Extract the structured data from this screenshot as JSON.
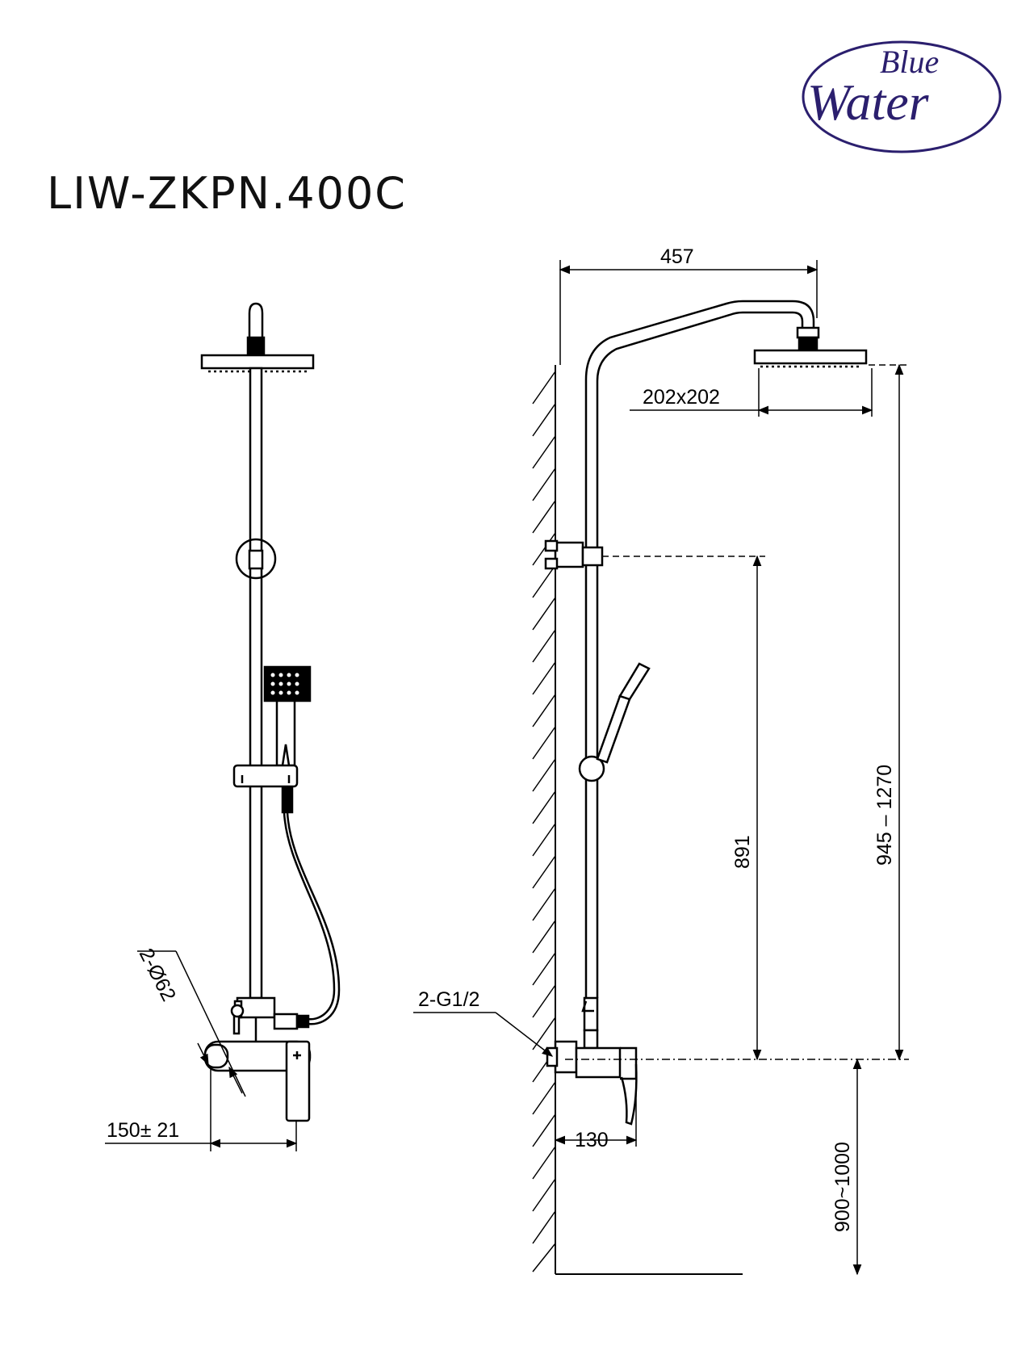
{
  "brand": {
    "line1": "Blue",
    "line2": "Water",
    "color": "#2b1f6e"
  },
  "model": "LIW-ZKPN.400C",
  "dimensions": {
    "overall_width": "457",
    "head_size": "202x202",
    "bracket_height": "891",
    "total_height": "945 – 1270",
    "inlet": "2-G1/2",
    "projection": "130",
    "mount_height": "900~1000",
    "escutcheon": "2-Ø62",
    "center_distance": "150± 21"
  }
}
